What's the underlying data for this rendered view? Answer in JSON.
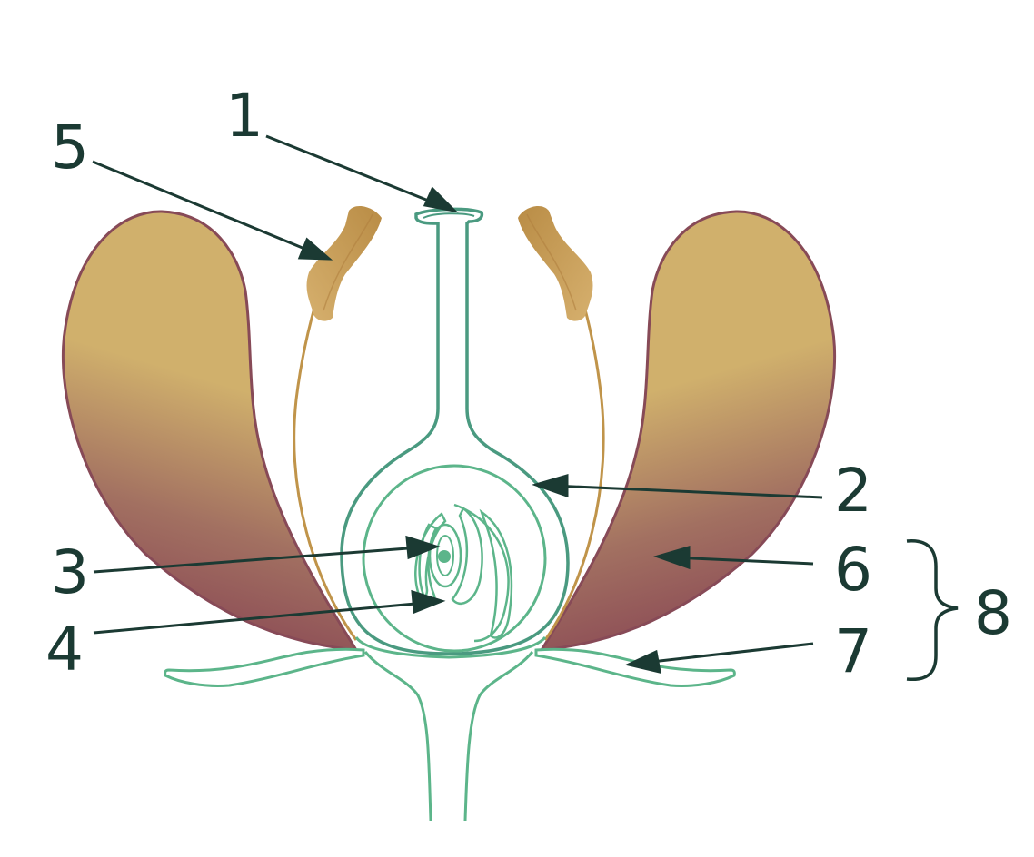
{
  "colors": {
    "background": "#ffffff",
    "label": "#1b3a33",
    "pistil_outline": "#4a9a80",
    "ovule_outline": "#5cb58a",
    "sepal_outline": "#5cb58a",
    "stamen_filament": "#c0944a",
    "anther": "#bd9148",
    "petal_outline": "#874a57",
    "petal_top": "#d0b06c",
    "petal_bottom": "#874453"
  },
  "labels": {
    "l1": "1",
    "l2": "2",
    "l3": "3",
    "l4": "4",
    "l5": "5",
    "l6": "6",
    "l7": "7",
    "l8": "8"
  }
}
